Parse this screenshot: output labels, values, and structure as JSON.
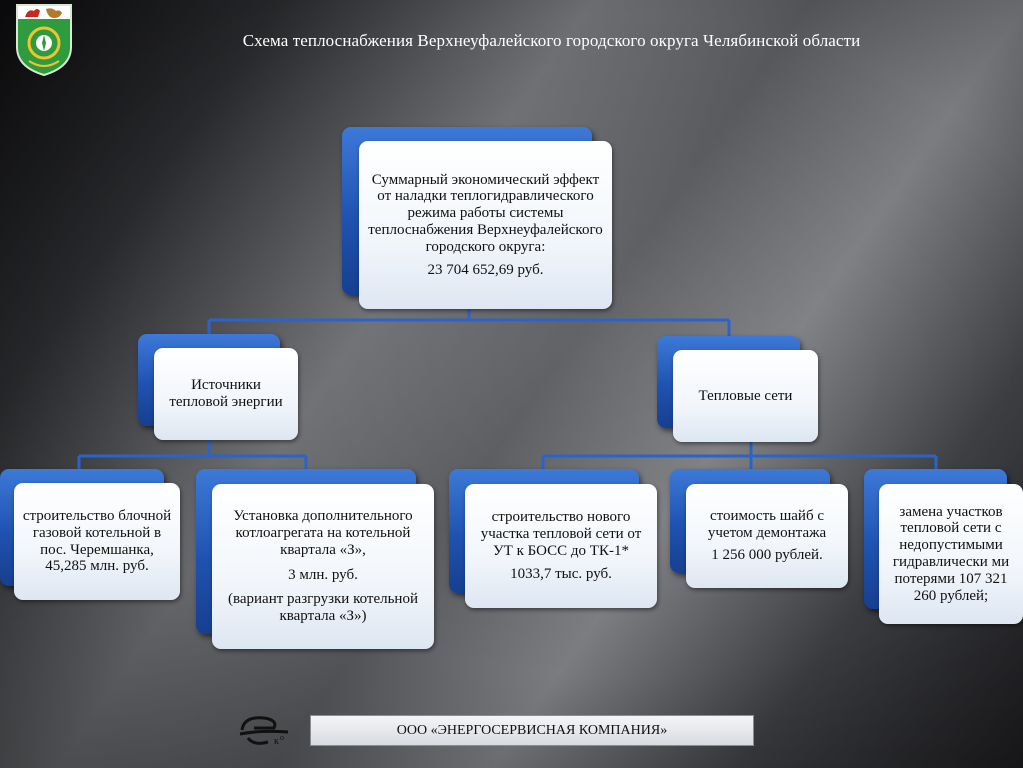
{
  "header": {
    "title": "Схема теплоснабжения  Верхнеуфалейского городского округа Челябинской области"
  },
  "root": {
    "lines": [
      "Суммарный экономический эффект от наладки теплогидравлического режима работы системы теплоснабжения Верхнеуфалейского городского округа:"
    ],
    "value": "23 704 652,69 руб."
  },
  "level2": {
    "sources": "Источники тепловой энергии",
    "networks": "Тепловые сети"
  },
  "level3": {
    "item1": "строительство блочной газовой котельной в пос. Черемшанка, 45,285 млн. руб.",
    "item2_text": "Установка дополнительного котлоагрегата на котельной квартала «З»,",
    "item2_value": "3 млн. руб.",
    "item2_note": "(вариант разгрузки котельной квартала «З»)",
    "item3_text": "строительство нового участка тепловой сети от УТ к БОСС до ТК-1*",
    "item3_value": "1033,7 тыс. руб.",
    "item4_text": "стоимость шайб с учетом демонтажа",
    "item4_value": "1 256 000 рублей.",
    "item5": "замена участков тепловой сети с недопустимыми гидравлически ми потерями 107 321 260 рублей;"
  },
  "footer": {
    "company": "ООО «ЭНЕРГОСЕРВИСНАЯ КОМПАНИЯ»"
  },
  "icons": {
    "crest": "coat-of-arms-icon",
    "company_logo": "ek-logo-icon"
  },
  "colors": {
    "node_blue": "#1f52b0",
    "connector": "#2a64c8",
    "text_white": "#ffffff"
  }
}
